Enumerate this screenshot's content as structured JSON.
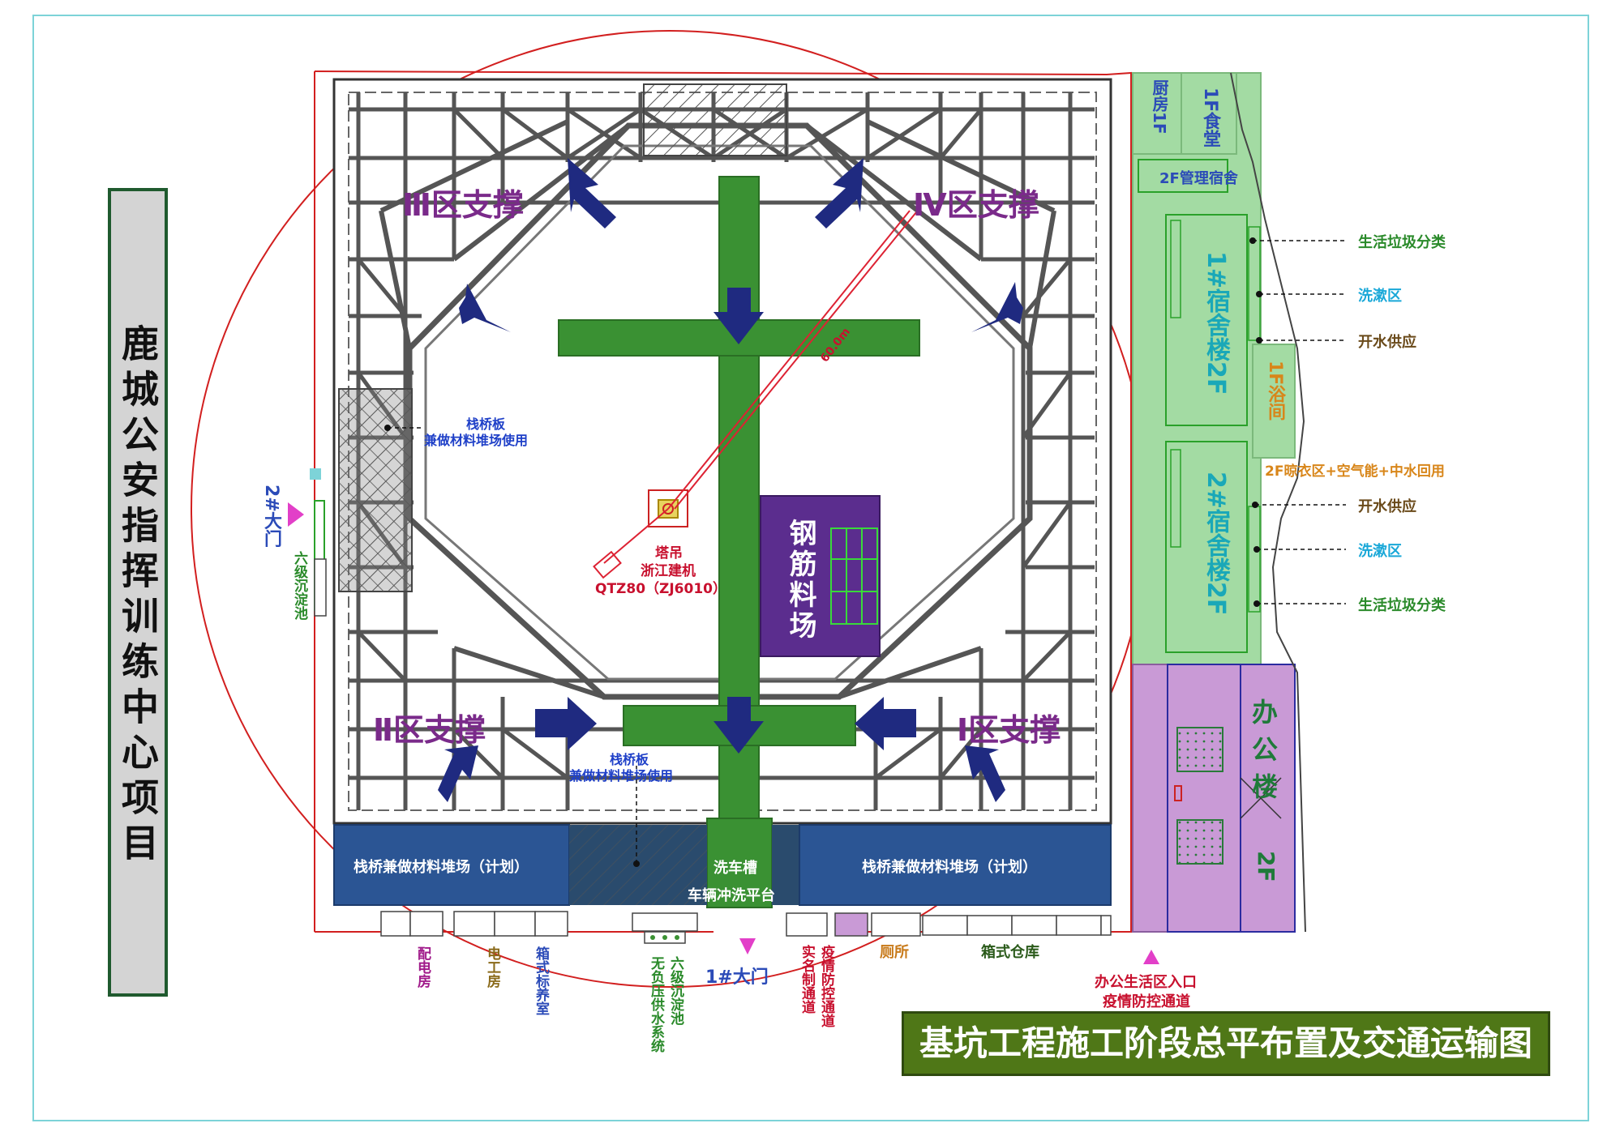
{
  "project_name": "鹿城公安指挥训练中心项目",
  "title": "基坑工程施工阶段总平布置及交通运输图",
  "zones": {
    "zone3": "Ⅲ区支撑",
    "zone4": "Ⅳ区支撑",
    "zone2": "Ⅱ区支撑",
    "zone1": "Ⅰ区支撑"
  },
  "trestle": {
    "left_line1": "栈桥板",
    "left_line2": "兼做材料堆场使用",
    "bottom_line1": "栈桥板",
    "bottom_line2": "兼做材料堆场使用",
    "storage_left": "栈桥兼做材料堆场（计划）",
    "storage_right": "栈桥兼做材料堆场（计划）"
  },
  "crane": {
    "line1": "塔吊",
    "line2": "浙江建机",
    "line3": "QTZ80（ZJ6010）",
    "radius": "60.0m"
  },
  "rebar_yard": "钢筋料场",
  "car_wash": {
    "trough": "洗车槽",
    "platform": "车辆冲洗平台"
  },
  "gates": {
    "gate1": "1#大门",
    "gate2": "2#大门",
    "office_entrance_line1": "办公生活区入口",
    "office_entrance_line2": "疫情防控通道"
  },
  "sediment_left": "六级沉淀池",
  "bottom_facilities": {
    "distribution_room": "配电房",
    "electrician_room": "电工房",
    "curing_room": "箱式标养室",
    "water_system": "无负压供水系统",
    "sediment_pool": "六级沉淀池",
    "covid_channel": "疫情防控通道",
    "realname_channel": "实名制通道",
    "toilet": "厕所",
    "warehouse": "箱式仓库"
  },
  "buildings": {
    "kitchen": "厨房1F",
    "canteen": "1F食堂",
    "mgmt_dorm": "2F管理宿舍",
    "dorm1": "1#宿舍楼2F",
    "dorm2": "2#宿舍楼2F",
    "bath": "1F浴间",
    "drying": "2F晾衣区+空气能+中水回用",
    "office": "办公楼",
    "office_floor": "2F"
  },
  "callouts": {
    "garbage1": "生活垃圾分类",
    "wash1": "洗漱区",
    "water1": "开水供应",
    "water2": "开水供应",
    "wash2": "洗漱区",
    "garbage2": "生活垃圾分类"
  },
  "colors": {
    "road_green": "#3a9133",
    "rebar_purple": "#5b2d8e",
    "storage_blue": "#2b5594",
    "living_green": "#a3dba3",
    "office_purple": "#c99ad6",
    "arrow_navy": "#1f2a80",
    "zone_text": "#7a2a8a",
    "title_bg": "#4f7717"
  }
}
